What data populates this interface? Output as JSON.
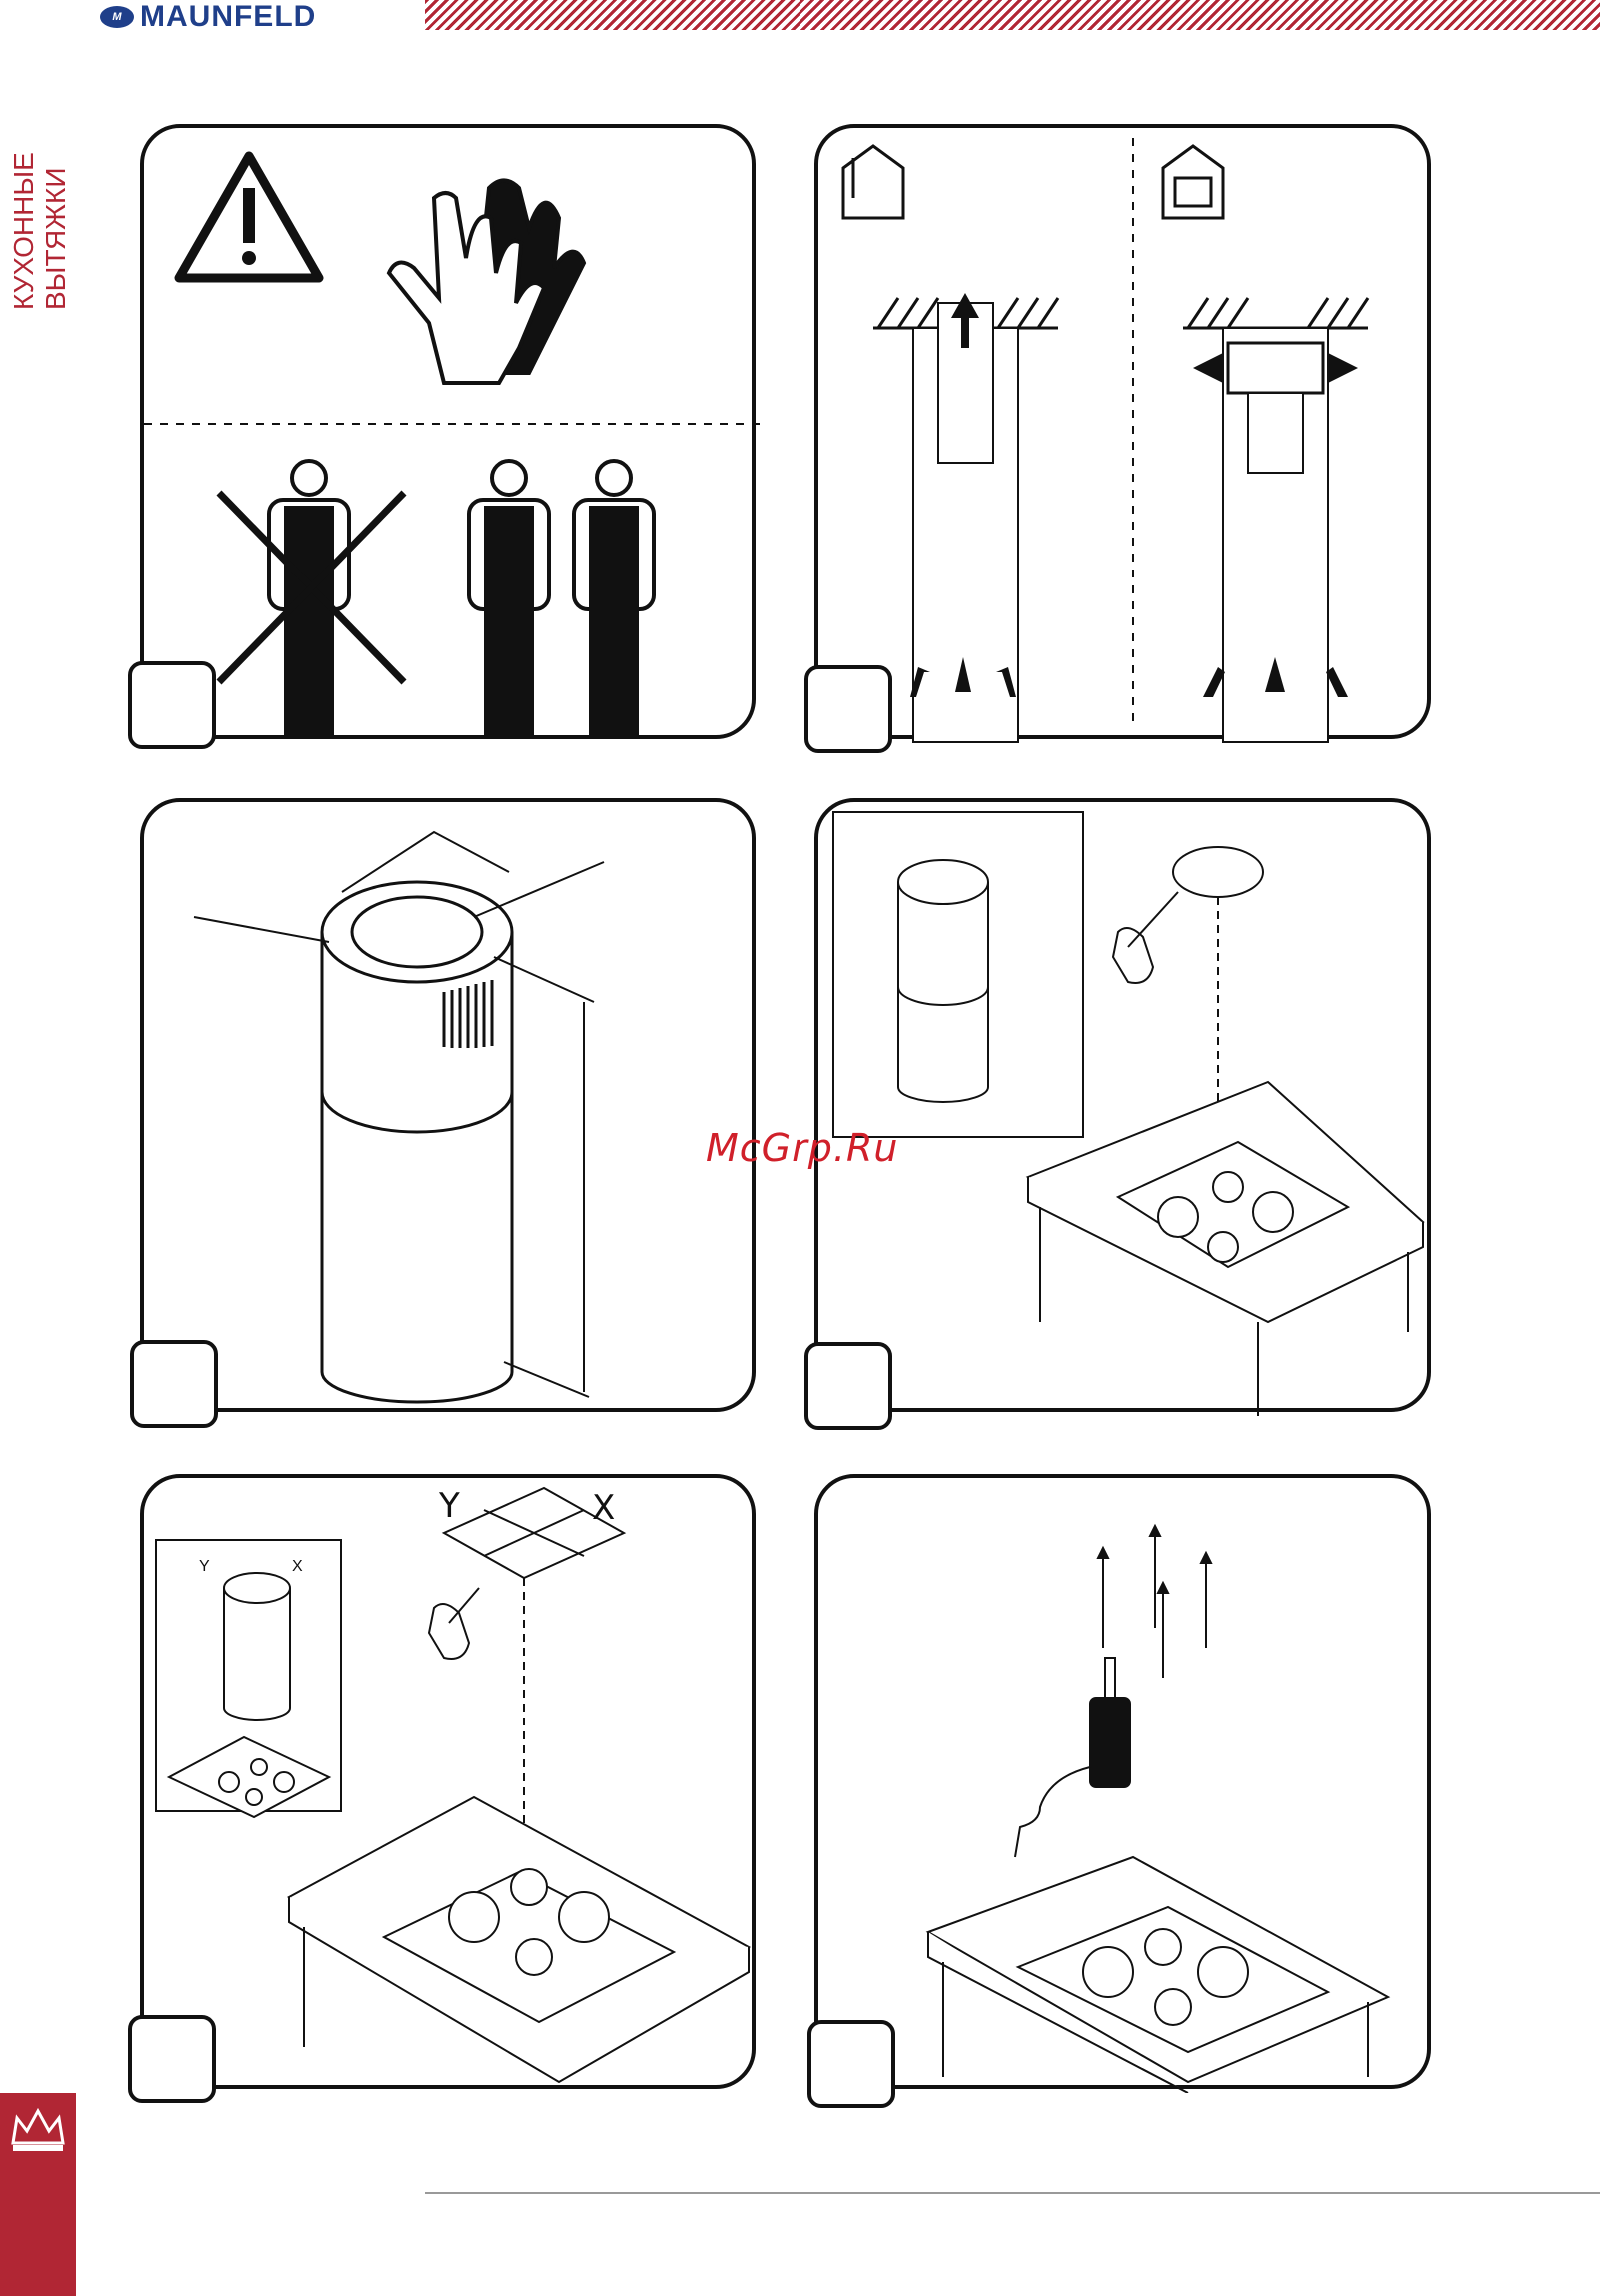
{
  "header": {
    "brand": "MAUNFELD",
    "side_title": "КУХОННЫЕ ВЫТЯЖКИ"
  },
  "watermark": "McGrp.Ru",
  "panel5": {
    "label_y": "Y",
    "label_x": "X",
    "inset_y": "Y",
    "inset_x": "X"
  },
  "colors": {
    "brand_blue": "#1f3f8a",
    "accent_red": "#b12634",
    "watermark_red": "#d0202a"
  }
}
